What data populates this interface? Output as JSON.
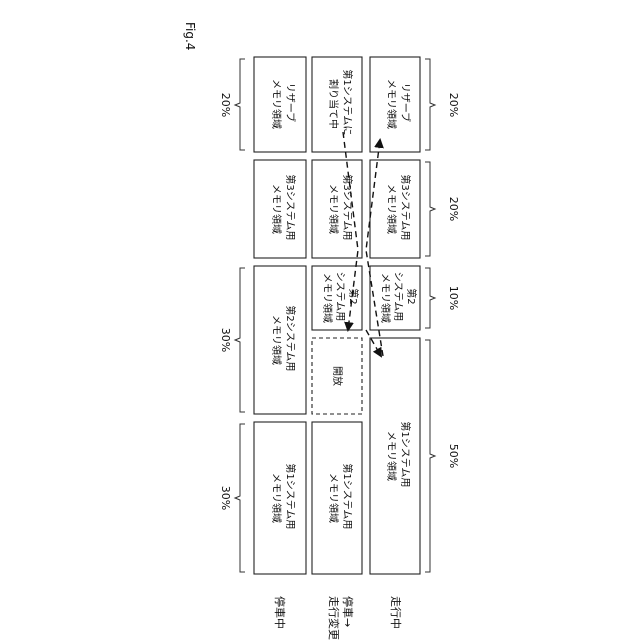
{
  "figure_label": "Fig.4",
  "rows": {
    "r1": "停車中",
    "r2_line1": "停車→",
    "r2_line2": "走行変更中",
    "r3": "走行中"
  },
  "cells": {
    "r1_sys1": [
      "第1システム用",
      "メモリ領域"
    ],
    "r1_sys2": [
      "第2システム用",
      "メモリ領域"
    ],
    "r1_sys3": [
      "第3システム用",
      "メモリ領域"
    ],
    "r1_reserve": [
      "リザーブ",
      "メモリ領域"
    ],
    "r2_sys1": [
      "第1システム用",
      "メモリ領域"
    ],
    "r2_release": [
      "開放"
    ],
    "r2_sys2": [
      "第2",
      "システム用",
      "メモリ領域"
    ],
    "r2_sys3": [
      "第3システム用",
      "メモリ領域"
    ],
    "r2_reserve": [
      "第1システムに",
      "割り当て中"
    ],
    "r3_sys1": [
      "第1システム用",
      "メモリ領域"
    ],
    "r3_sys2": [
      "第2",
      "システム用",
      "メモリ領域"
    ],
    "r3_sys3": [
      "第3システム用",
      "メモリ領域"
    ],
    "r3_reserve": [
      "リザーブ",
      "メモリ領域"
    ]
  },
  "percent_top": {
    "sys1": "30%",
    "sys2": "30%",
    "reserve": "20%"
  },
  "percent_bottom": {
    "sys1": "50%",
    "sys2": "10%",
    "sys3": "20%",
    "reserve": "20%"
  }
}
